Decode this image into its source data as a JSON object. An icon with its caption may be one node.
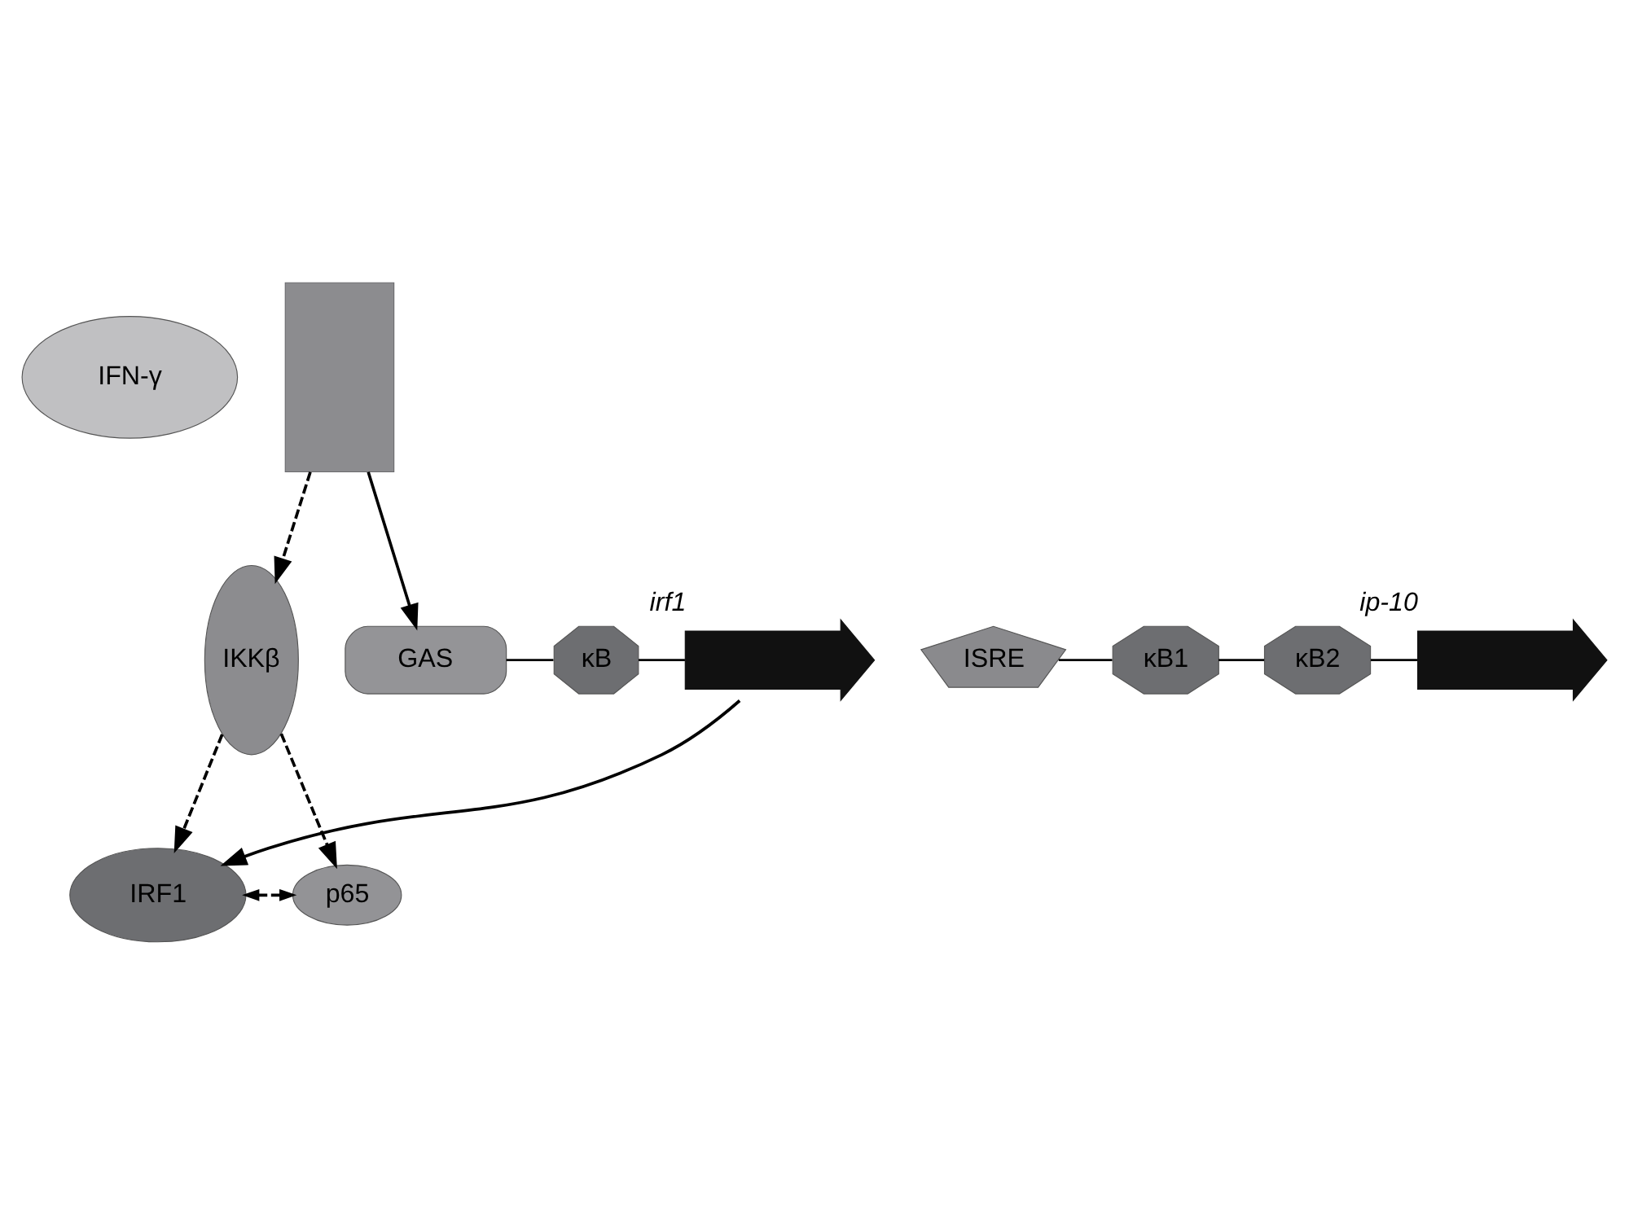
{
  "diagram": {
    "nodes": [
      {
        "text": [
          "IFN-γ"
        ]
      },
      {
        "text": [],
        "shape": "box"
      },
      {
        "text": [
          "IKKβ"
        ]
      },
      {
        "text": [
          "GAS"
        ]
      },
      {
        "text": [
          "κB"
        ]
      },
      {
        "text": [],
        "shape": "arrow",
        "beside": [
          "irf1"
        ]
      },
      {
        "text": [
          "IRF1"
        ]
      },
      {
        "text": [
          "p65"
        ]
      },
      {
        "text": [
          "ISRE"
        ]
      },
      {
        "text": [
          "κB1"
        ]
      },
      {
        "text": [
          "κB2"
        ]
      },
      {
        "text": [],
        "shape": "arrow",
        "beside": [
          "ip-10"
        ]
      }
    ],
    "edges": [
      {
        "from": 1,
        "to": 3,
        "arrow": "to"
      },
      {
        "from": 1,
        "to": 2,
        "arrow": "to",
        "style": "dashed"
      },
      {
        "from": 2,
        "to": 6,
        "arrow": "to",
        "style": "dashed"
      },
      {
        "from": 2,
        "to": 7,
        "arrow": "to",
        "style": "dashed"
      },
      {
        "from": 5,
        "to": 6,
        "arrow": "to"
      },
      {
        "from": 6,
        "to": 7,
        "arrow": "both",
        "style": "dashed"
      },
      {
        "from": 3,
        "to": 4,
        "arrow": "none"
      },
      {
        "from": 4,
        "to": 5,
        "arrow": "none"
      },
      {
        "from": 8,
        "to": 9,
        "arrow": "none"
      },
      {
        "from": 9,
        "to": 10,
        "arrow": "none"
      },
      {
        "from": 10,
        "to": 11,
        "arrow": "none"
      }
    ]
  }
}
